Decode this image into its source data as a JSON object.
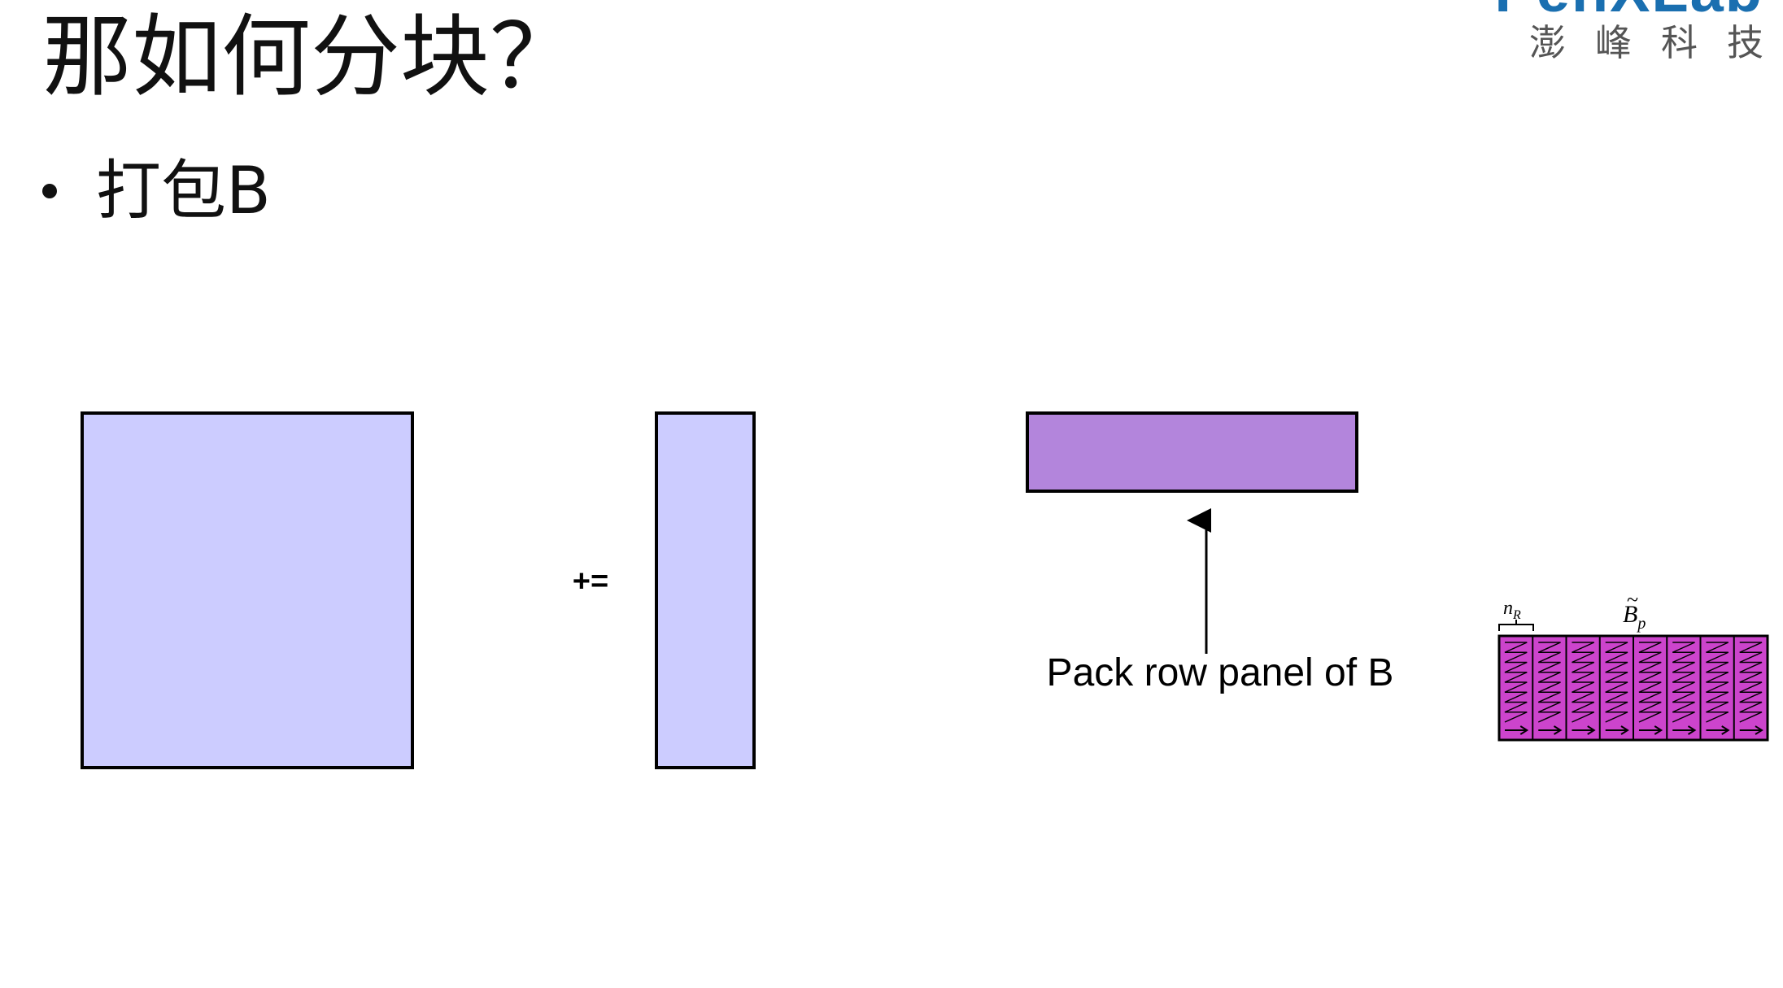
{
  "slide": {
    "title": "那如何分块？",
    "bullet": "打包B"
  },
  "logo": {
    "wordmark": "PenXLab",
    "chinese": "澎峰科技",
    "color": "#1a6fb0"
  },
  "diagram": {
    "operator": "+=",
    "caption": "Pack row panel of B",
    "nr_label": "n",
    "nr_subscript": "R",
    "bp_label": "B",
    "bp_subscript": "p",
    "colors": {
      "matrix_c": "#ccccff",
      "matrix_a": "#ccccff",
      "row_panel": "#b385dc",
      "packed_buffer": "#cc44cc"
    },
    "packed_column_count": 8
  }
}
